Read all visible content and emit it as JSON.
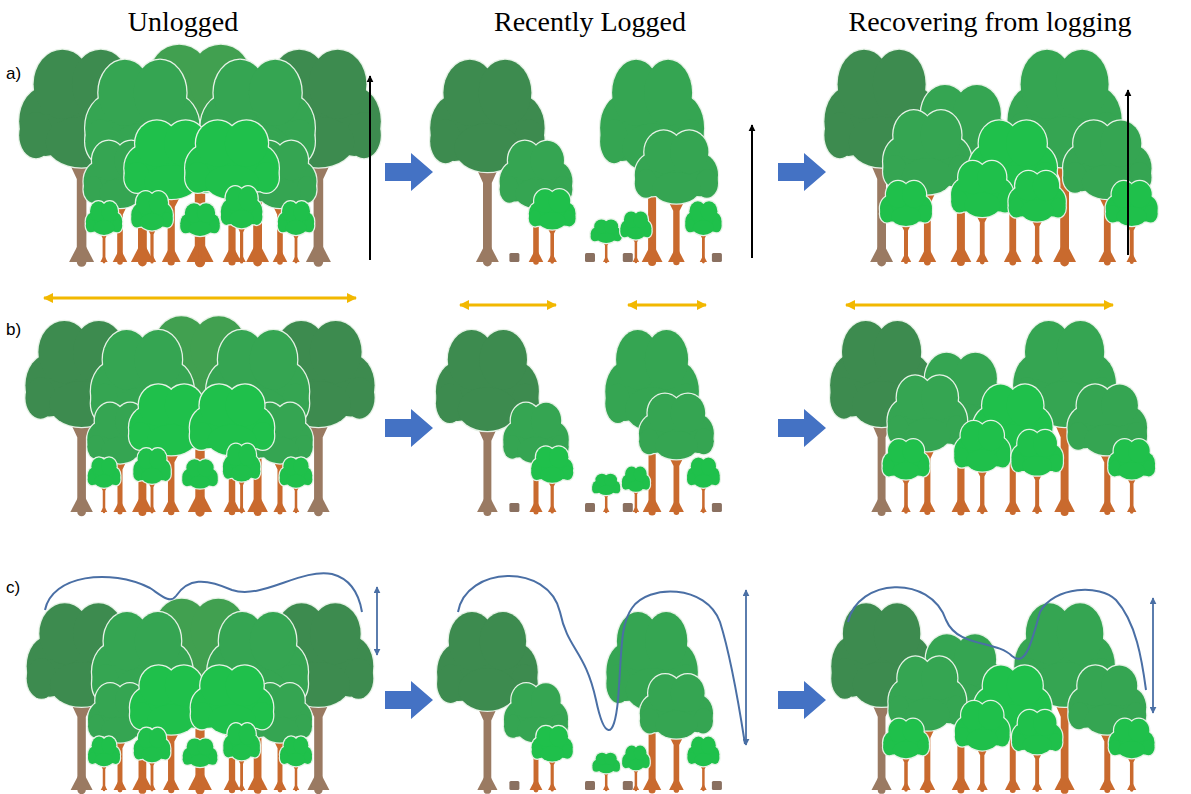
{
  "diagram": {
    "labels": [
      "Unlogged",
      "Recently Logged",
      "Recovering from logging",
      "a)",
      "b)",
      "c)"
    ]
  }
}
